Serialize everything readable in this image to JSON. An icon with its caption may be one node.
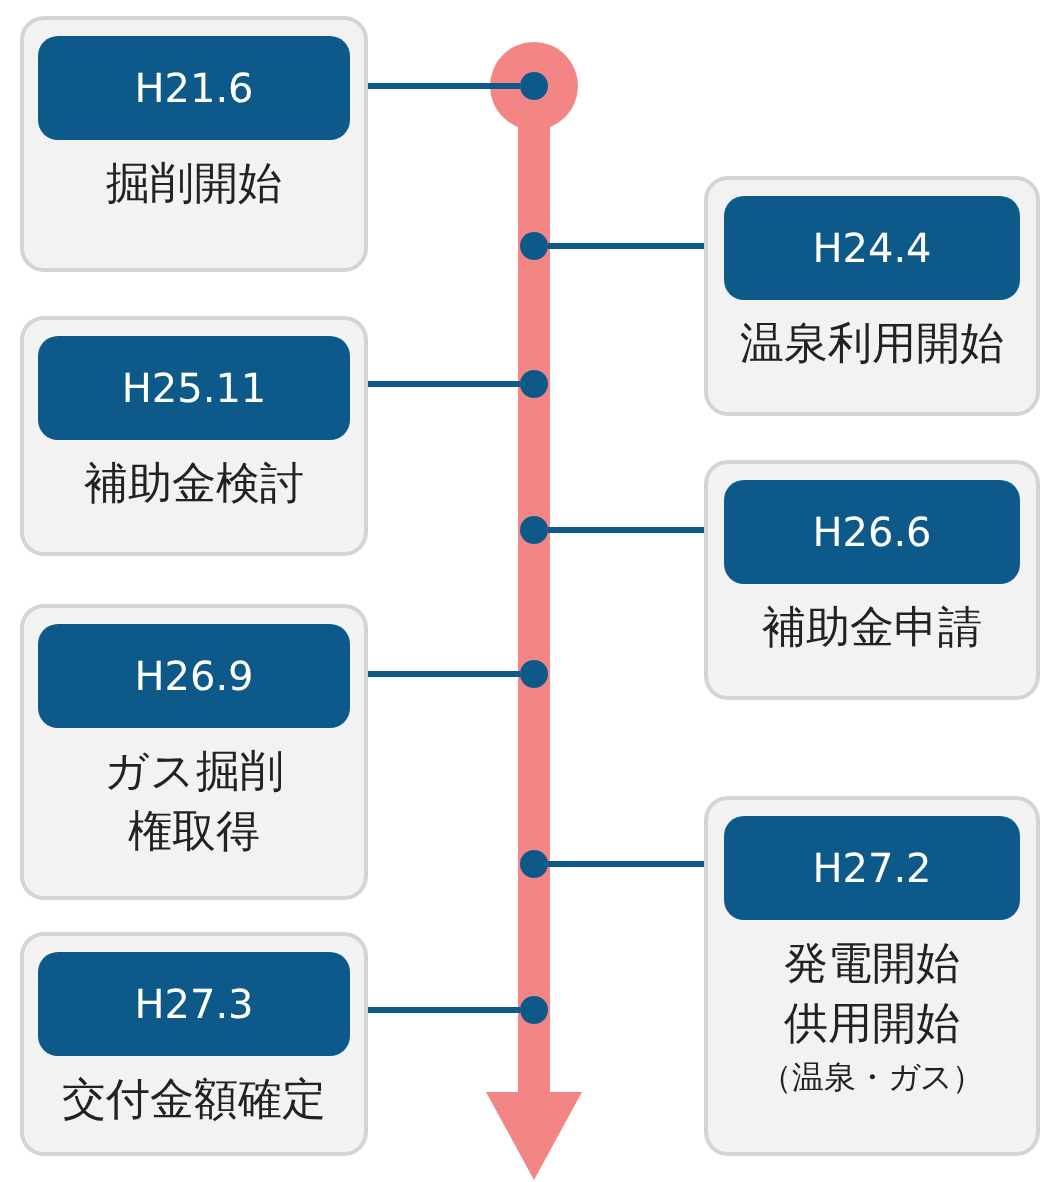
{
  "diagram": {
    "nodes": [
      {
        "text": [
          "H21.6",
          "掘削開始"
        ]
      },
      {
        "text": [
          "H24.4",
          "温泉利用開始"
        ]
      },
      {
        "text": [
          "H25.11",
          "補助金検討"
        ]
      },
      {
        "text": [
          "H26.6",
          "補助金申請"
        ]
      },
      {
        "text": [
          "H26.9",
          "ガス掘削権取得"
        ]
      },
      {
        "text": [
          "H27.2",
          "発電開始供用開始",
          "（温泉・ガス）"
        ]
      },
      {
        "text": [
          "H27.3",
          "交付金額確定"
        ]
      },
      {
        "text": [],
        "shape": "circle"
      },
      {
        "text": [],
        "shape": "circle"
      },
      {
        "text": [],
        "shape": "circle"
      },
      {
        "text": [],
        "shape": "circle"
      },
      {
        "text": [],
        "shape": "circle"
      },
      {
        "text": [],
        "shape": "circle"
      },
      {
        "text": [],
        "shape": "circle"
      }
    ],
    "edges": [
      {
        "from": 0,
        "to": 7,
        "arrow": "none"
      },
      {
        "from": 1,
        "to": 8,
        "arrow": "none"
      },
      {
        "from": 2,
        "to": 9,
        "arrow": "none"
      },
      {
        "from": 3,
        "to": 10,
        "arrow": "none"
      },
      {
        "from": 4,
        "to": 11,
        "arrow": "none"
      },
      {
        "from": 5,
        "to": 12,
        "arrow": "none"
      },
      {
        "from": 6,
        "to": 13,
        "arrow": "none"
      }
    ]
  }
}
